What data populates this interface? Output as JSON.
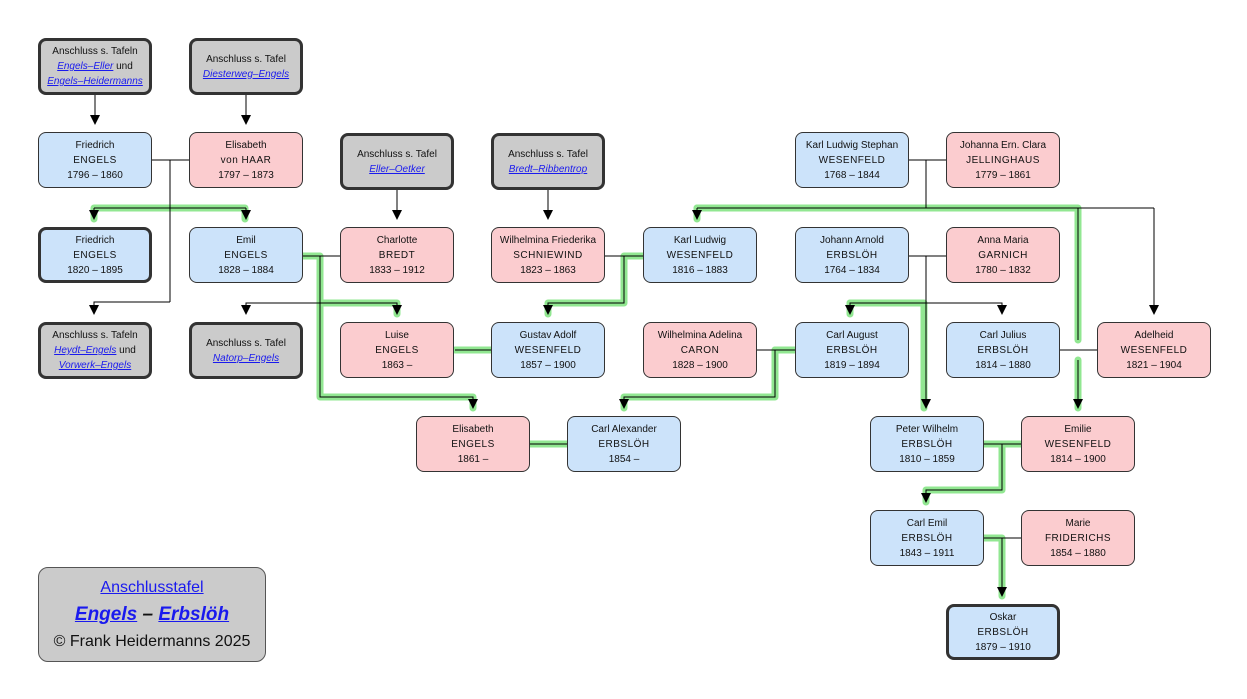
{
  "people": {
    "friedrich_1796": {
      "given": "Friedrich",
      "surname": "ENGELS",
      "dates": "1796 – 1860"
    },
    "elisabeth_haar": {
      "given": "Elisabeth",
      "surname": "von HAAR",
      "dates": "1797 – 1873"
    },
    "friedrich_1820": {
      "given": "Friedrich",
      "surname": "ENGELS",
      "dates": "1820 – 1895"
    },
    "emil": {
      "given": "Emil",
      "surname": "ENGELS",
      "dates": "1828 – 1884"
    },
    "charlotte": {
      "given": "Charlotte",
      "surname": "BREDT",
      "dates": "1833 – 1912"
    },
    "wilhelmina_f": {
      "given": "Wilhelmina Friederika",
      "surname": "SCHNIEWIND",
      "dates": "1823 – 1863"
    },
    "karl_ludwig": {
      "given": "Karl Ludwig",
      "surname": "WESENFELD",
      "dates": "1816 – 1883"
    },
    "karl_ludwig_stephan": {
      "given": "Karl Ludwig Stephan",
      "surname": "WESENFELD",
      "dates": "1768 – 1844"
    },
    "johanna": {
      "given": "Johanna Ern. Clara",
      "surname": "JELLINGHAUS",
      "dates": "1779 – 1861"
    },
    "johann_arnold": {
      "given": "Johann Arnold",
      "surname": "ERBSLÖH",
      "dates": "1764 – 1834"
    },
    "anna_maria": {
      "given": "Anna Maria",
      "surname": "GARNICH",
      "dates": "1780 – 1832"
    },
    "luise": {
      "given": "Luise",
      "surname": "ENGELS",
      "dates": "1863 –"
    },
    "gustav_adolf": {
      "given": "Gustav Adolf",
      "surname": "WESENFELD",
      "dates": "1857 – 1900"
    },
    "wilhelmina_a": {
      "given": "Wilhelmina Adelina",
      "surname": "CARON",
      "dates": "1828 – 1900"
    },
    "carl_august": {
      "given": "Carl August",
      "surname": "ERBSLÖH",
      "dates": "1819 – 1894"
    },
    "carl_julius": {
      "given": "Carl Julius",
      "surname": "ERBSLÖH",
      "dates": "1814 – 1880"
    },
    "adelheid": {
      "given": "Adelheid",
      "surname": "WESENFELD",
      "dates": "1821 – 1904"
    },
    "elisabeth_1861": {
      "given": "Elisabeth",
      "surname": "ENGELS",
      "dates": "1861 –"
    },
    "carl_alexander": {
      "given": "Carl Alexander",
      "surname": "ERBSLÖH",
      "dates": "1854 –"
    },
    "peter_wilhelm": {
      "given": "Peter Wilhelm",
      "surname": "ERBSLÖH",
      "dates": "1810 – 1859"
    },
    "emilie": {
      "given": "Emilie",
      "surname": "WESENFELD",
      "dates": "1814 – 1900"
    },
    "carl_emil": {
      "given": "Carl Emil",
      "surname": "ERBSLÖH",
      "dates": "1843 – 1911"
    },
    "marie": {
      "given": "Marie",
      "surname": "FRIDERICHS",
      "dates": "1854 – 1880"
    },
    "oskar": {
      "given": "Oskar",
      "surname": "ERBSLÖH",
      "dates": "1879 – 1910"
    }
  },
  "refs": {
    "engels_eller": {
      "prefix": "Anschluss s. Tafeln",
      "link1": "Engels–Eller",
      "mid": "und",
      "link2": "Engels–Heidermanns"
    },
    "diesterweg": {
      "prefix": "Anschluss s. Tafel",
      "link1": "Diesterweg–Engels"
    },
    "eller_oetker": {
      "prefix": "Anschluss s. Tafel",
      "link1": "Eller–Oetker"
    },
    "bredt": {
      "prefix": "Anschluss s. Tafel",
      "link1": "Bredt–Ribbentrop"
    },
    "heydt": {
      "prefix": "Anschluss s. Tafeln",
      "link1": "Heydt–Engels",
      "mid": "und",
      "link2": "Vorwerk–Engels"
    },
    "natorp": {
      "prefix": "Anschluss s. Tafel",
      "link1": "Natorp–Engels"
    }
  },
  "legend": {
    "title": "Anschlusstafel",
    "name1": "Engels",
    "dash": "–",
    "name2": "Erbslöh",
    "copyright": "© Frank Heidermanns 2025"
  },
  "colors": {
    "male": "#cce3fa",
    "female": "#fbcccf",
    "reference": "#cbcbcb",
    "highlight": "#8ce68c",
    "link": "#1a1aee"
  }
}
